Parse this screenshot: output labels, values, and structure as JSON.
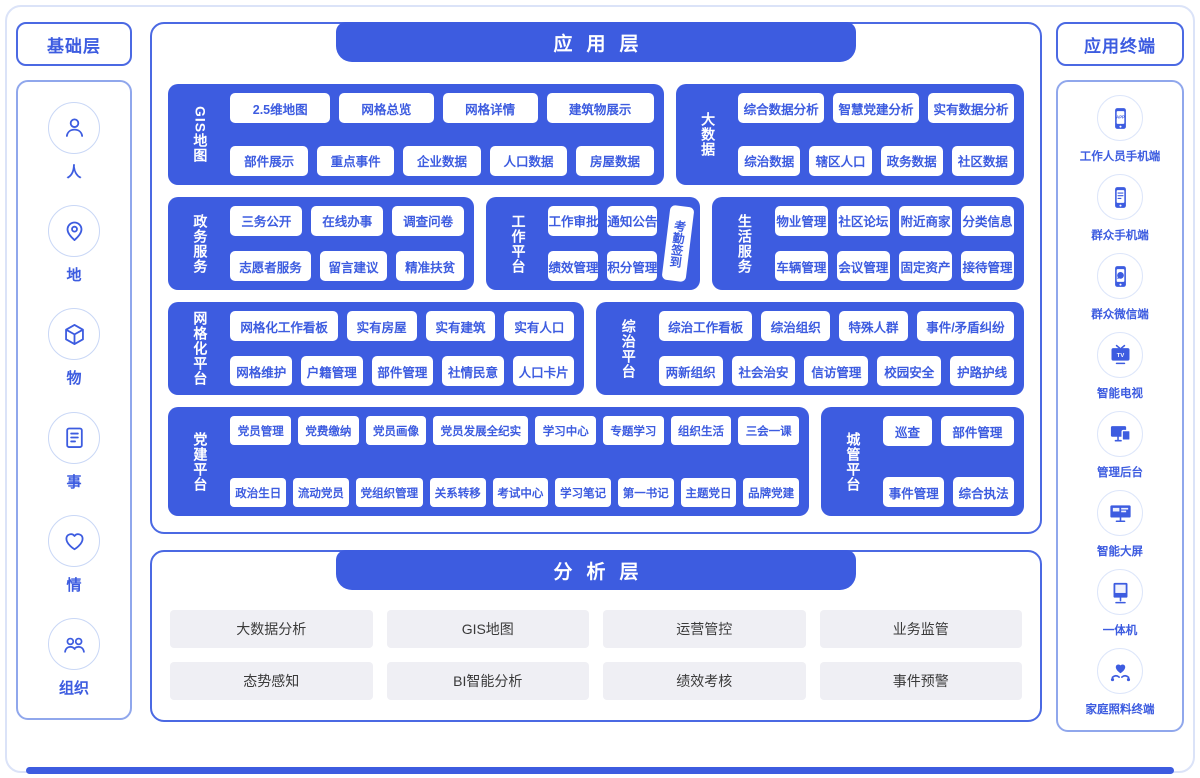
{
  "colors": {
    "primary": "#3d5ce0",
    "panel_background": "#3d5ce0",
    "chip_background": "#ffffff",
    "chip_text": "#3d5ce0",
    "analysis_button_background": "#efeff4",
    "analysis_button_text": "#3a3a3a"
  },
  "left_sidebar": {
    "title": "基础层",
    "items": [
      {
        "label": "人",
        "icon": "person"
      },
      {
        "label": "地",
        "icon": "location"
      },
      {
        "label": "物",
        "icon": "cube"
      },
      {
        "label": "事",
        "icon": "document"
      },
      {
        "label": "情",
        "icon": "heart"
      },
      {
        "label": "组织",
        "icon": "group"
      }
    ]
  },
  "app_layer": {
    "title": "应用层",
    "panels": [
      {
        "name": "GIS地图",
        "rows": [
          [
            "2.5维地图",
            "网格总览",
            "网格详情",
            "建筑物展示"
          ],
          [
            "部件展示",
            "重点事件",
            "企业数据",
            "人口数据",
            "房屋数据"
          ]
        ]
      },
      {
        "name": "大数据",
        "rows": [
          [
            "综合数据分析",
            "智慧党建分析",
            "实有数据分析"
          ],
          [
            "综治数据",
            "辖区人口",
            "政务数据",
            "社区数据"
          ]
        ]
      },
      {
        "name": "政务服务",
        "rows": [
          [
            "三务公开",
            "在线办事",
            "调查问卷"
          ],
          [
            "志愿者服务",
            "留言建议",
            "精准扶贫"
          ]
        ]
      },
      {
        "name": "工作平台",
        "rows": [
          [
            "工作审批",
            "通知公告"
          ],
          [
            "绩效管理",
            "积分管理"
          ]
        ],
        "side_button": "考勤签到"
      },
      {
        "name": "生活服务",
        "rows": [
          [
            "物业管理",
            "社区论坛",
            "附近商家",
            "分类信息"
          ],
          [
            "车辆管理",
            "会议管理",
            "固定资产",
            "接待管理"
          ]
        ]
      },
      {
        "name": "网格化平台",
        "rows": [
          [
            "网格化工作看板",
            "实有房屋",
            "实有建筑",
            "实有人口"
          ],
          [
            "网格维护",
            "户籍管理",
            "部件管理",
            "社情民意",
            "人口卡片"
          ]
        ]
      },
      {
        "name": "综治平台",
        "rows": [
          [
            "综治工作看板",
            "综治组织",
            "特殊人群",
            "事件/矛盾纠纷"
          ],
          [
            "两新组织",
            "社会治安",
            "信访管理",
            "校园安全",
            "护路护线"
          ]
        ]
      },
      {
        "name": "党建平台",
        "rows": [
          [
            "党员管理",
            "党费缴纳",
            "党员画像",
            "党员发展全纪实",
            "学习中心",
            "专题学习",
            "组织生活",
            "三会一课"
          ],
          [
            "政治生日",
            "流动党员",
            "党组织管理",
            "关系转移",
            "考试中心",
            "学习笔记",
            "第一书记",
            "主题党日",
            "品牌党建"
          ]
        ]
      },
      {
        "name": "城管平台",
        "rows": [
          [
            "巡查",
            "部件管理"
          ],
          [
            "事件管理",
            "综合执法"
          ]
        ]
      }
    ]
  },
  "analysis_layer": {
    "title": "分析层",
    "rows": [
      [
        "大数据分析",
        "GIS地图",
        "运营管控",
        "业务监管"
      ],
      [
        "态势感知",
        "BI智能分析",
        "绩效考核",
        "事件预警"
      ]
    ]
  },
  "right_sidebar": {
    "title": "应用终端",
    "items": [
      {
        "label": "工作人员手机端",
        "icon": "phone-app"
      },
      {
        "label": "群众手机端",
        "icon": "phone"
      },
      {
        "label": "群众微信端",
        "icon": "phone-chat"
      },
      {
        "label": "智能电视",
        "icon": "tv"
      },
      {
        "label": "管理后台",
        "icon": "admin-console"
      },
      {
        "label": "智能大屏",
        "icon": "big-screen"
      },
      {
        "label": "一体机",
        "icon": "kiosk"
      },
      {
        "label": "家庭照料终端",
        "icon": "family-care"
      }
    ]
  }
}
